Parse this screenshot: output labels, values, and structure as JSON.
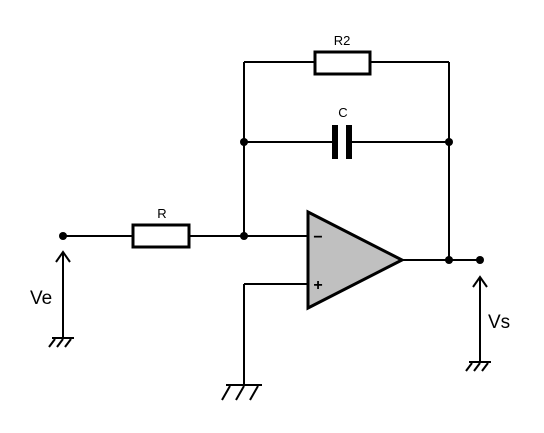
{
  "components": {
    "input_resistor": {
      "label": "R"
    },
    "feedback_resistor": {
      "label": "R2"
    },
    "feedback_capacitor": {
      "label": "C"
    },
    "opamp": {
      "inverting_sign": "−",
      "noninverting_sign": "+"
    }
  },
  "signals": {
    "input": {
      "label": "Ve"
    },
    "output": {
      "label": "Vs"
    }
  }
}
